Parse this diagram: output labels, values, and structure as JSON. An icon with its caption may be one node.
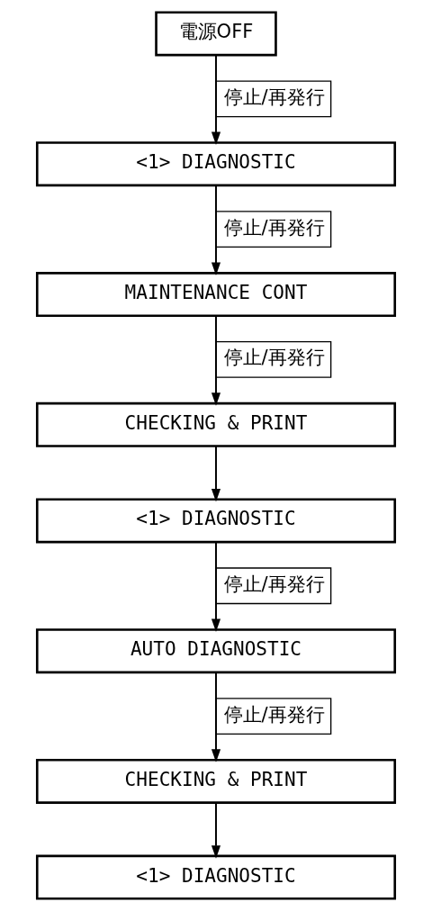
{
  "diagram": {
    "nodes": [
      {
        "text": [
          "電源OFF"
        ]
      },
      {
        "text": [
          "<1> DIAGNOSTIC"
        ]
      },
      {
        "text": [
          "MAINTENANCE CONT"
        ]
      },
      {
        "text": [
          "CHECKING & PRINT"
        ]
      },
      {
        "text": [
          "<1> DIAGNOSTIC"
        ]
      },
      {
        "text": [
          "AUTO DIAGNOSTIC"
        ]
      },
      {
        "text": [
          "CHECKING & PRINT"
        ]
      },
      {
        "text": [
          "<1> DIAGNOSTIC"
        ]
      }
    ],
    "edges": [
      {
        "from": 0,
        "to": 1,
        "arrow": "to",
        "label": "停止/再発行"
      },
      {
        "from": 1,
        "to": 2,
        "arrow": "to",
        "label": "停止/再発行"
      },
      {
        "from": 2,
        "to": 3,
        "arrow": "to",
        "label": "停止/再発行"
      },
      {
        "from": 3,
        "to": 4,
        "arrow": "to"
      },
      {
        "from": 4,
        "to": 5,
        "arrow": "to",
        "label": "停止/再発行"
      },
      {
        "from": 5,
        "to": 6,
        "arrow": "to",
        "label": "停止/再発行"
      },
      {
        "from": 6,
        "to": 7,
        "arrow": "to"
      }
    ]
  }
}
